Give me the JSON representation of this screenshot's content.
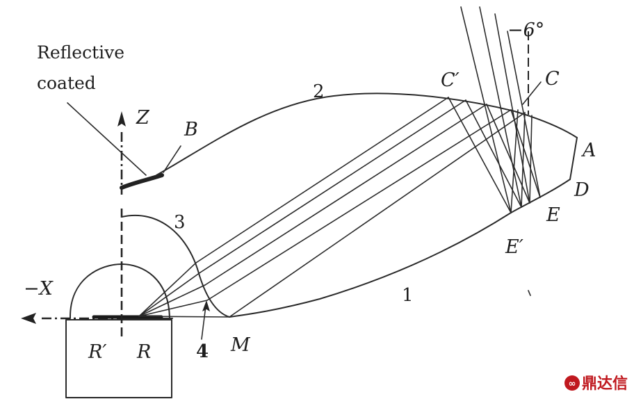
{
  "labels": {
    "note_line1": "Reflective",
    "note_line2": "coated",
    "axis_z": "Z",
    "axis_neg_x": "−X",
    "point_a": "A",
    "point_b": "B",
    "point_c": "C",
    "point_c_prime": "C′",
    "point_d": "D",
    "point_e": "E",
    "point_e_prime": "E′",
    "point_m": "M",
    "point_r": "R",
    "point_r_prime": "R′",
    "angle": "−6°",
    "surface_1": "1",
    "surface_2": "2",
    "surface_3": "3",
    "surface_4": "4"
  },
  "watermark": {
    "text": "鼎达信",
    "color": "#c0191f"
  },
  "colors": {
    "ink": "#2a2a2a"
  }
}
